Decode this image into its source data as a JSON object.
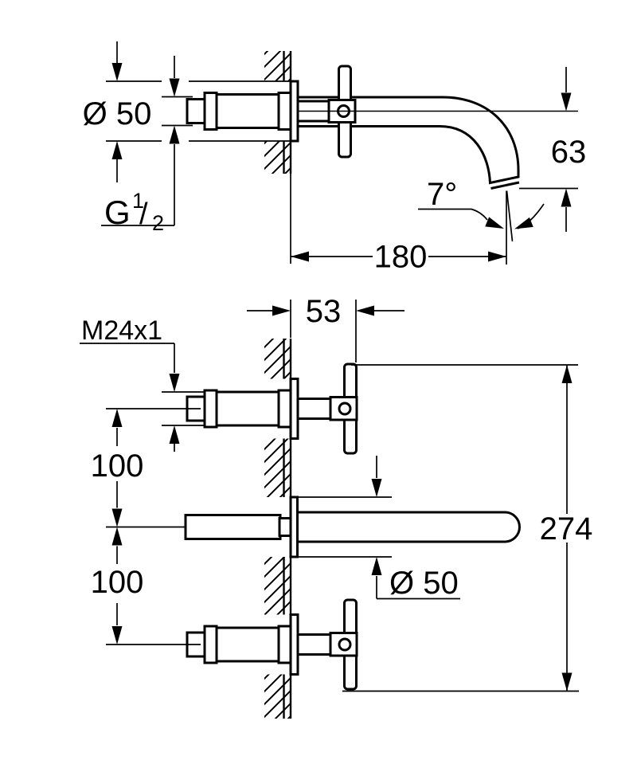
{
  "drawing": {
    "colors": {
      "line": "#000000",
      "background": "#ffffff"
    },
    "side_view": {
      "escutcheon_diameter_label": "Ø 50",
      "inlet_thread": {
        "prefix": "G",
        "numerator": "1",
        "slash": "/",
        "denominator": "2"
      },
      "spout_drop_label": "63",
      "spout_angle_label": "7°",
      "spout_reach_label": "180"
    },
    "front_view": {
      "wall_offset_label": "53",
      "handle_thread_label": "M24x1",
      "spacing_upper_label": "100",
      "spacing_lower_label": "100",
      "escutcheon_diameter_label": "Ø 50",
      "overall_span_label": "274"
    }
  }
}
